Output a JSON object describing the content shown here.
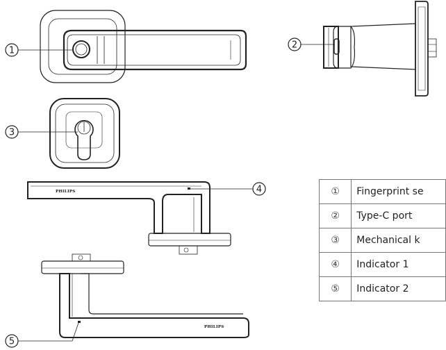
{
  "callouts": [
    "1",
    "2",
    "3",
    "4",
    "5"
  ],
  "brand": "PHILIPS",
  "legend": {
    "rows": [
      {
        "num": "①",
        "label": "Fingerprint se"
      },
      {
        "num": "②",
        "label": "Type-C port"
      },
      {
        "num": "③",
        "label": "Mechanical k"
      },
      {
        "num": "④",
        "label": "Indicator 1"
      },
      {
        "num": "⑤",
        "label": "Indicator 2"
      }
    ]
  }
}
